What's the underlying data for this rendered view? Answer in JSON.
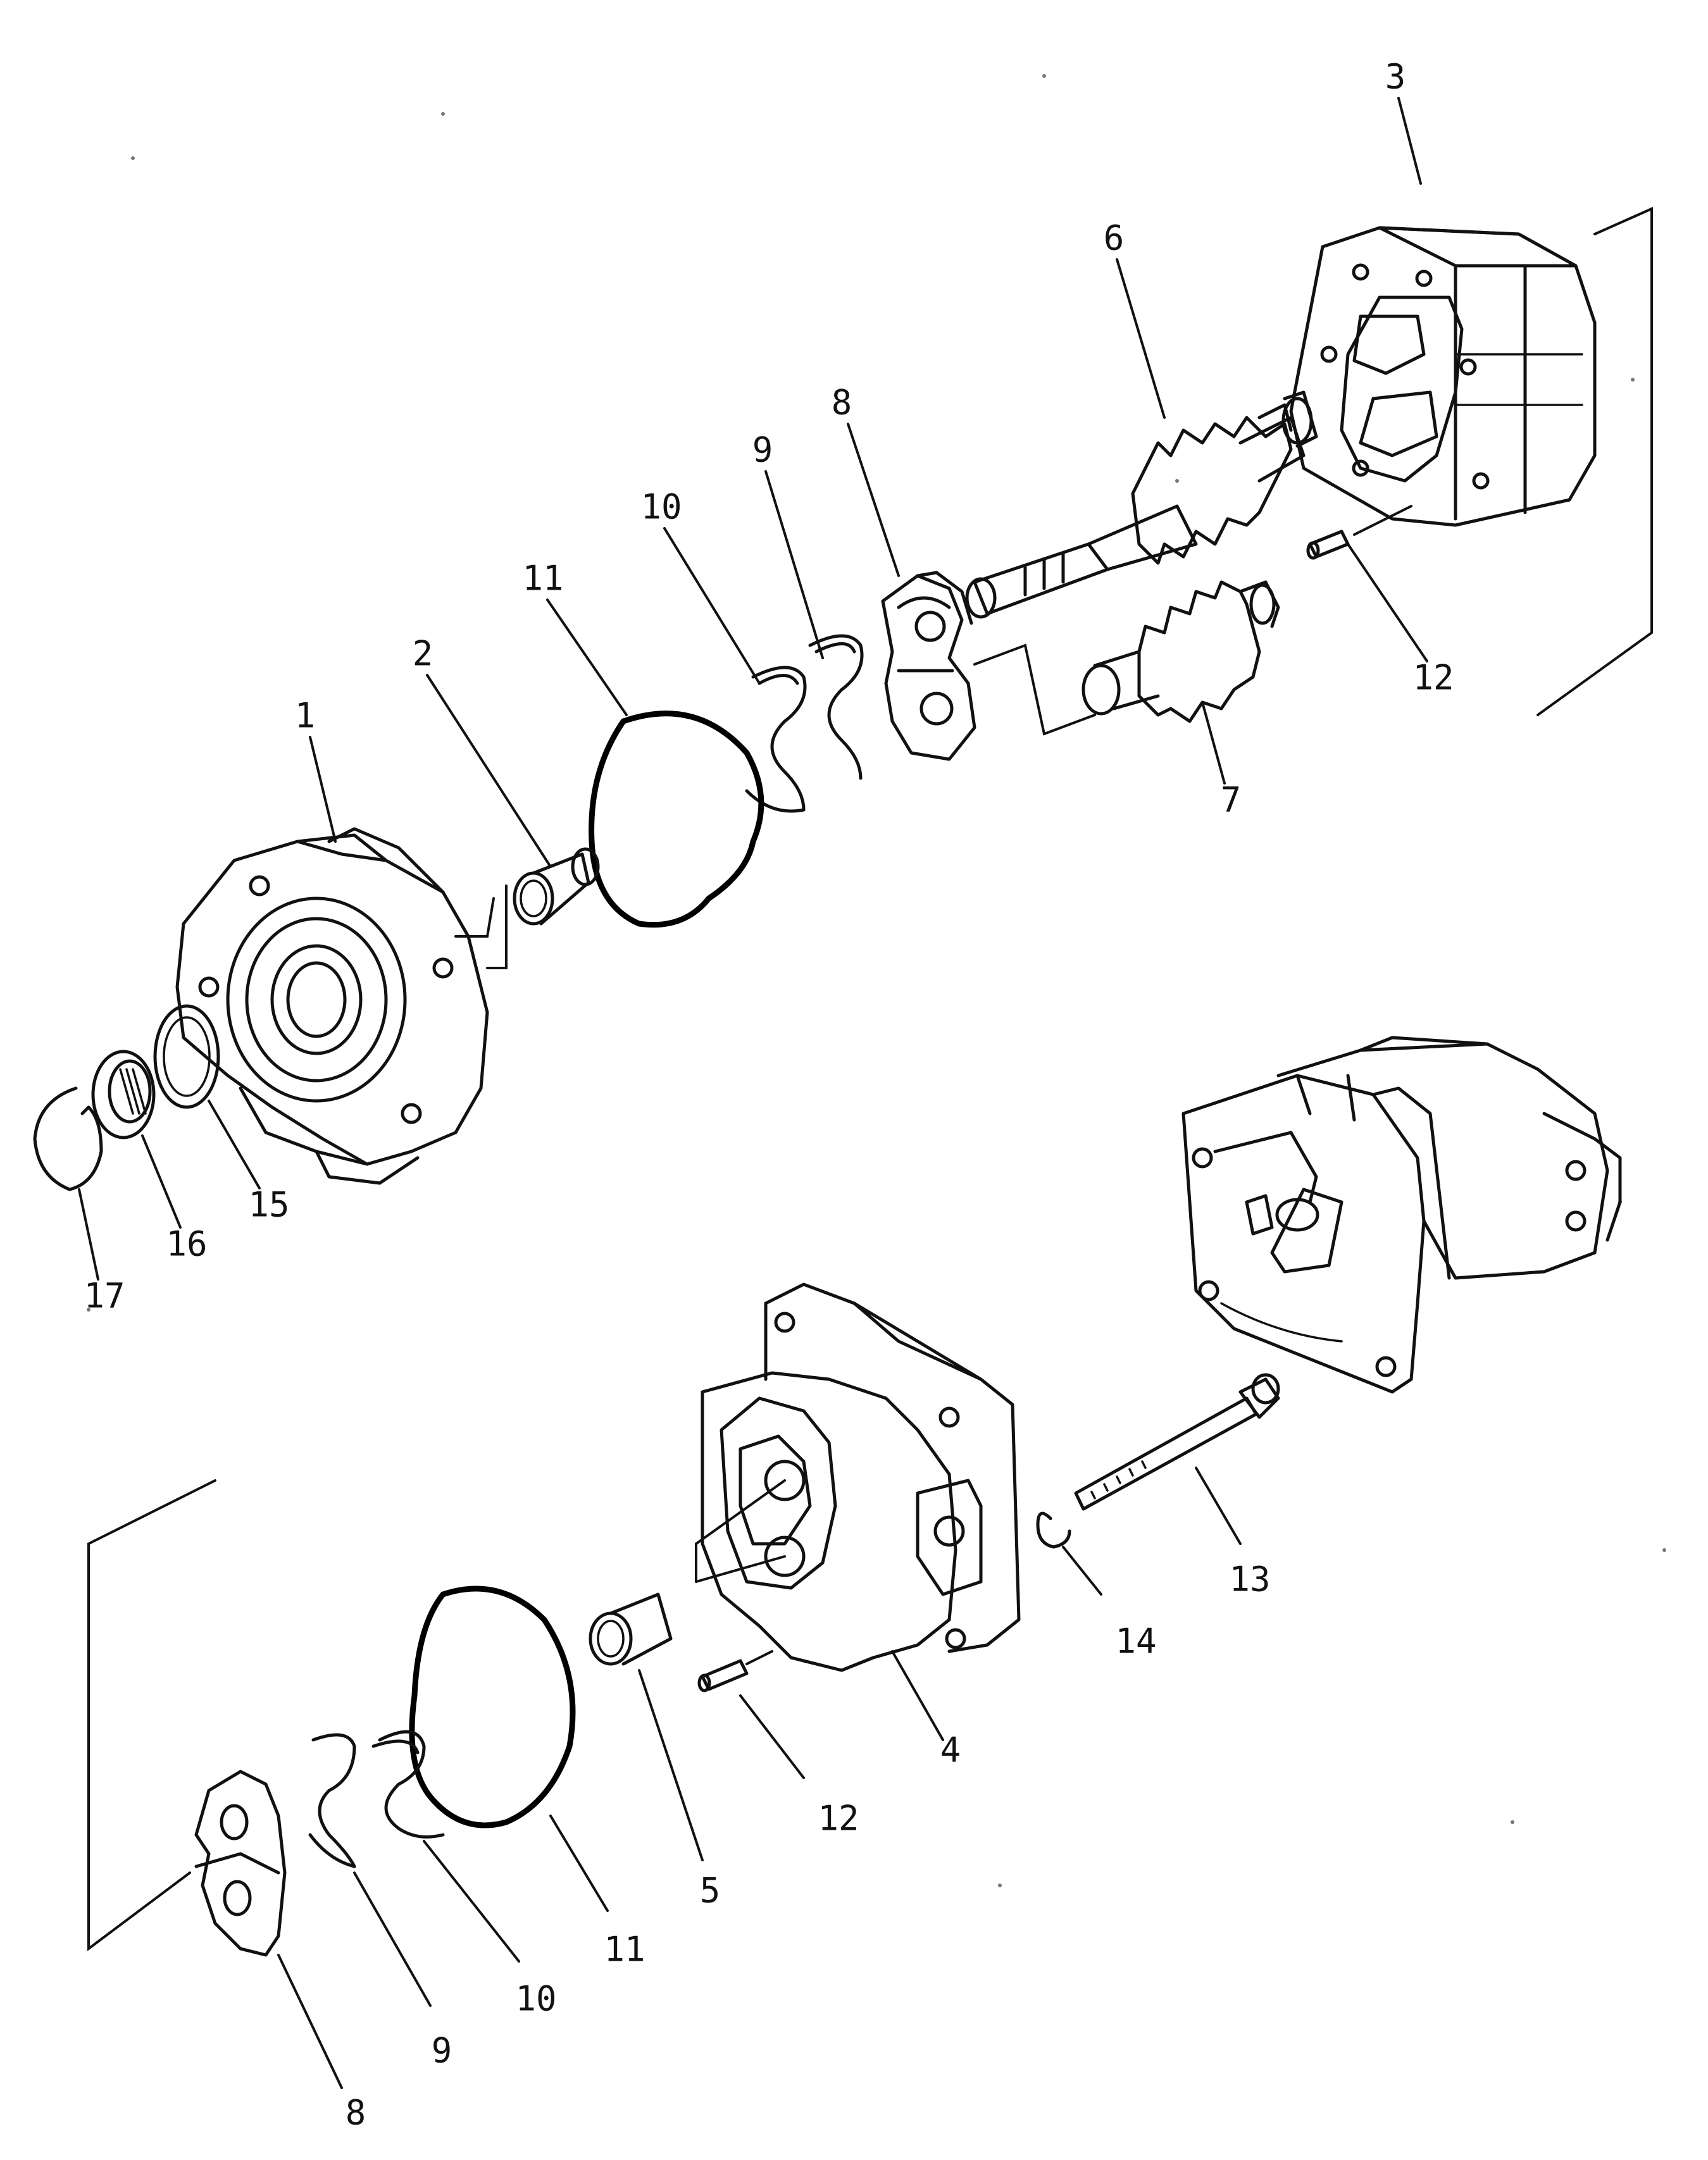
{
  "labels": {
    "l1": "1",
    "l2": "2",
    "l3": "3",
    "l4": "4",
    "l5": "5",
    "l6": "6",
    "l7": "7",
    "l8a": "8",
    "l8b": "8",
    "l9a": "9",
    "l9b": "9",
    "l10a": "10",
    "l10b": "10",
    "l11a": "11",
    "l11b": "11",
    "l12a": "12",
    "l12b": "12",
    "l13": "13",
    "l14": "14",
    "l15": "15",
    "l16": "16",
    "l17": "17"
  }
}
